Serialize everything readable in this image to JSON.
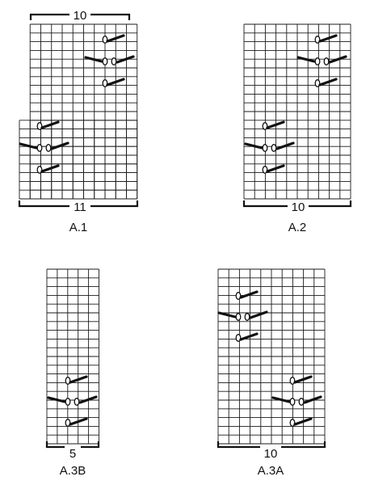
{
  "charts": [
    {
      "id": "A.1",
      "label": "A.1",
      "top_count": "10",
      "bottom_count": "11",
      "colors": {
        "line": "#1a1a1a",
        "stroke": "#111111"
      }
    },
    {
      "id": "A.2",
      "label": "A.2",
      "top_count": "",
      "bottom_count": "10"
    },
    {
      "id": "A.3B",
      "label": "A.3B",
      "top_count": "",
      "bottom_count": "5"
    },
    {
      "id": "A.3A",
      "label": "A.3A",
      "top_count": "",
      "bottom_count": "10"
    }
  ]
}
